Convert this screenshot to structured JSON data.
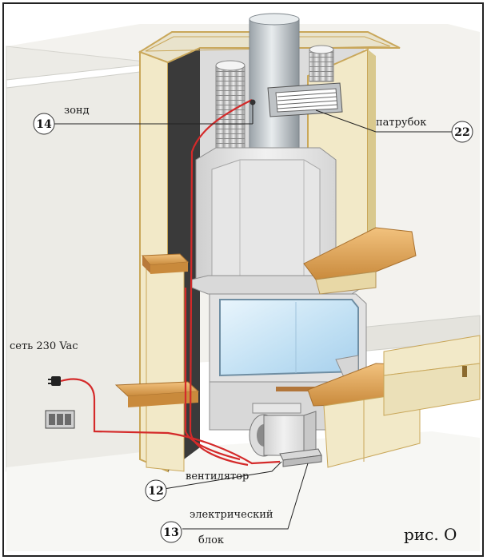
{
  "labels": {
    "probe": "зонд",
    "nozzle": "патрубок",
    "mains": "сеть 230 Vac",
    "fan": "вентилятор",
    "electric_block_line1": "электрический",
    "electric_block_line2": "блок"
  },
  "callouts": {
    "probe": "14",
    "nozzle": "22",
    "fan": "12",
    "electric_block": "13"
  },
  "figure_caption": "рис. О",
  "colors": {
    "wall": "#ecebe6",
    "panel": "#f2e9c8",
    "panel_edge": "#c9a75a",
    "shelf": "#e0a85a",
    "cable": "#d42a2a",
    "glass": "#cfe6f5",
    "flue": "#cdd2d6"
  },
  "icons": {
    "plug": "plug-icon",
    "socket": "wall-socket-icon",
    "fan": "fan-unit-icon"
  }
}
